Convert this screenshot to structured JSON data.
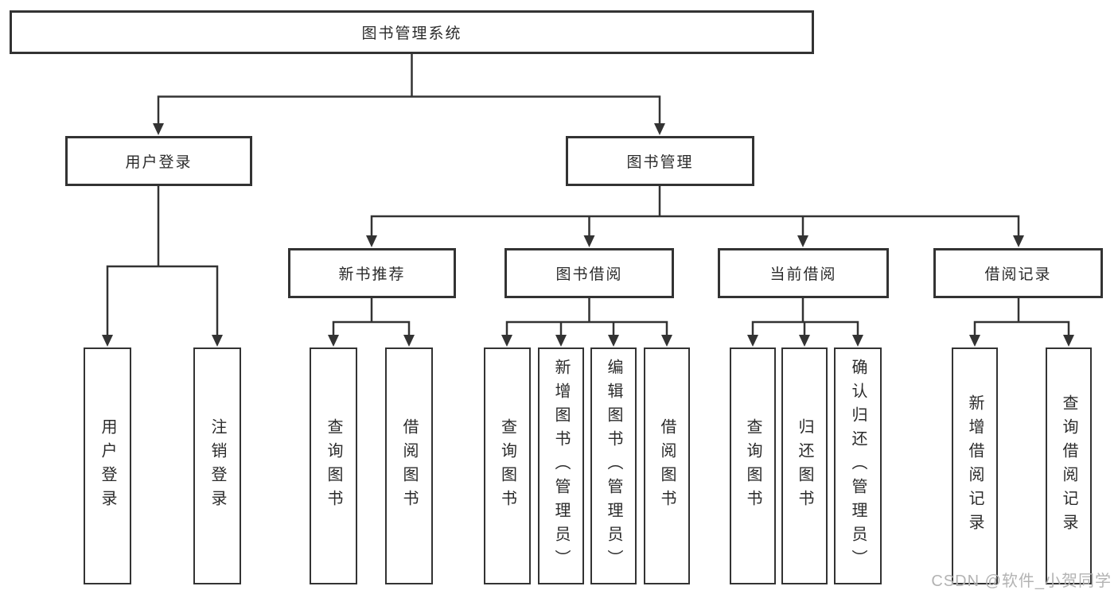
{
  "diagram": {
    "title": "图书管理系统",
    "root": {
      "label": "图书管理系统"
    },
    "level2": {
      "user_login": {
        "label": "用户登录",
        "parent": "图书管理系统"
      },
      "book_management": {
        "label": "图书管理",
        "parent": "图书管理系统"
      }
    },
    "level3": {
      "new_book_recommend": {
        "label": "新书推荐",
        "parent": "图书管理"
      },
      "book_borrow": {
        "label": "图书借阅",
        "parent": "图书管理"
      },
      "current_borrow": {
        "label": "当前借阅",
        "parent": "图书管理"
      },
      "borrow_records": {
        "label": "借阅记录",
        "parent": "图书管理"
      }
    },
    "leaves": {
      "user_login": {
        "label": "用户登录",
        "parent": "用户登录"
      },
      "logout": {
        "label": "注销登录",
        "parent": "用户登录"
      },
      "recommend_query_books": {
        "label": "查询图书",
        "parent": "新书推荐"
      },
      "recommend_borrow_books": {
        "label": "借阅图书",
        "parent": "新书推荐"
      },
      "borrow_query_books": {
        "label": "查询图书",
        "parent": "图书借阅"
      },
      "add_books_admin": {
        "label": "新增图书（管理员）",
        "parent": "图书借阅"
      },
      "edit_books_admin": {
        "label": "编辑图书（管理员）",
        "parent": "图书借阅"
      },
      "borrow_books": {
        "label": "借阅图书",
        "parent": "图书借阅"
      },
      "current_query_books": {
        "label": "查询图书",
        "parent": "当前借阅"
      },
      "return_books": {
        "label": "归还图书",
        "parent": "当前借阅"
      },
      "confirm_return_admin": {
        "label": "确认归还（管理员）",
        "parent": "当前借阅"
      },
      "add_borrow_record": {
        "label": "新增借阅记录",
        "parent": "借阅记录"
      },
      "query_borrow_record": {
        "label": "查询借阅记录",
        "parent": "借阅记录"
      }
    }
  },
  "watermark": {
    "text": "CSDN @软件_小贺同学"
  },
  "colors": {
    "line": "#333333",
    "text": "#2b2b2b",
    "background": "#ffffff",
    "watermark": "#b3b3b3"
  }
}
